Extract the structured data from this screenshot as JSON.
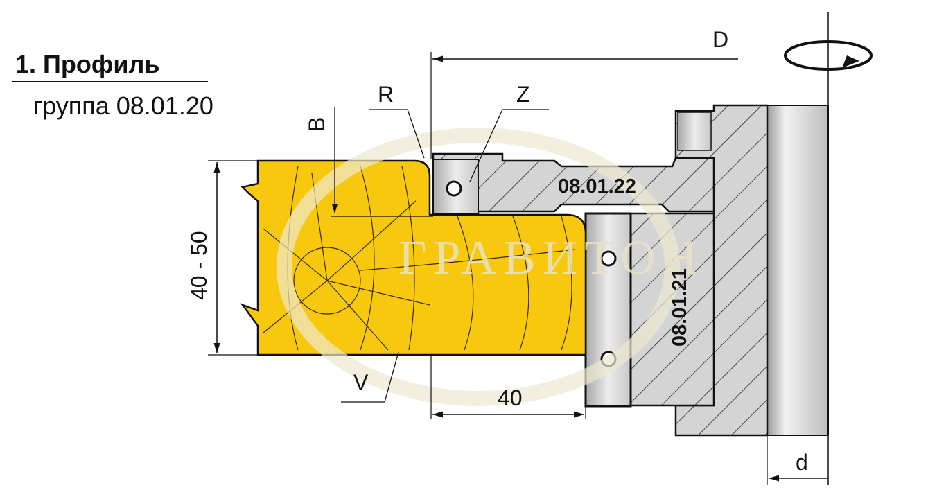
{
  "title": "1. Профиль",
  "subtitle": "группа 08.01.20",
  "labels": {
    "D": "D",
    "R": "R",
    "Z": "Z",
    "B": "B",
    "V": "V",
    "d": "d",
    "height_range": "40 - 50",
    "width": "40",
    "upper_cutter": "08.01.22",
    "lower_cutter": "08.01.21"
  },
  "watermark": "ГРАВИТОН",
  "colors": {
    "workpiece": "#F8C80E",
    "metal": "#d9d9d9",
    "line": "#111111"
  }
}
